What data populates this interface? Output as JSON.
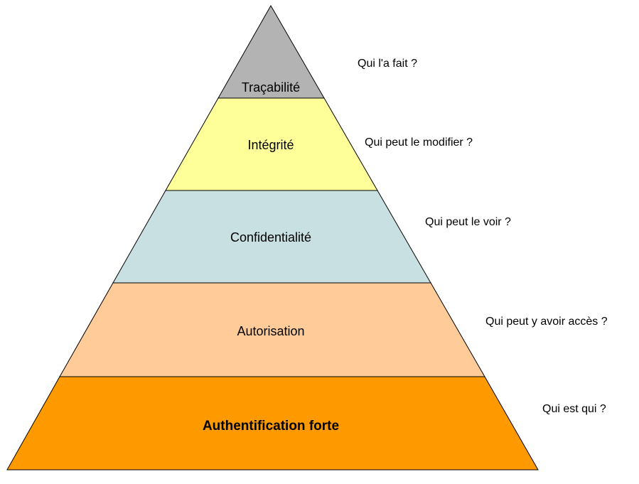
{
  "diagram": {
    "type": "pyramid",
    "background": "#ffffff",
    "outline_color": "#000000",
    "text_color": "#000000",
    "layers": [
      {
        "label": "Traçabilité",
        "question": "Qui l'a fait ?",
        "color": "#b3b3b3",
        "bold": false
      },
      {
        "label": "Intégrité",
        "question": "Qui peut le modifier ?",
        "color": "#ffff99",
        "bold": false
      },
      {
        "label": "Confidentialité",
        "question": "Qui peut le voir ?",
        "color": "#c9e0e3",
        "bold": false
      },
      {
        "label": "Autorisation",
        "question": "Qui peut y avoir accès ?",
        "color": "#ffcc99",
        "bold": false
      },
      {
        "label": "Authentification forte",
        "question": "Qui est qui ?",
        "color": "#ff9900",
        "bold": true
      }
    ]
  }
}
